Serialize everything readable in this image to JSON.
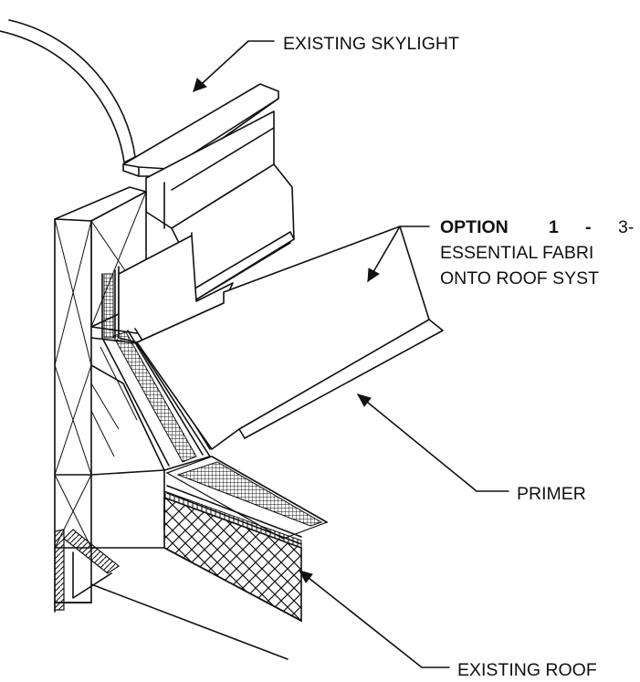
{
  "callouts": {
    "skylight": "EXISTING SKYLIGHT",
    "option_line1_word": "OPTION",
    "option_line1_num": "1",
    "option_line1_dash": "-",
    "option_line1_rest": "3-",
    "option_line2": "ESSENTIAL FABRI",
    "option_line3": "ONTO ROOF SYST",
    "primer": "PRIMER",
    "roof": "EXISTING ROOF"
  },
  "colors": {
    "line": "#111111",
    "background": "#ffffff"
  }
}
